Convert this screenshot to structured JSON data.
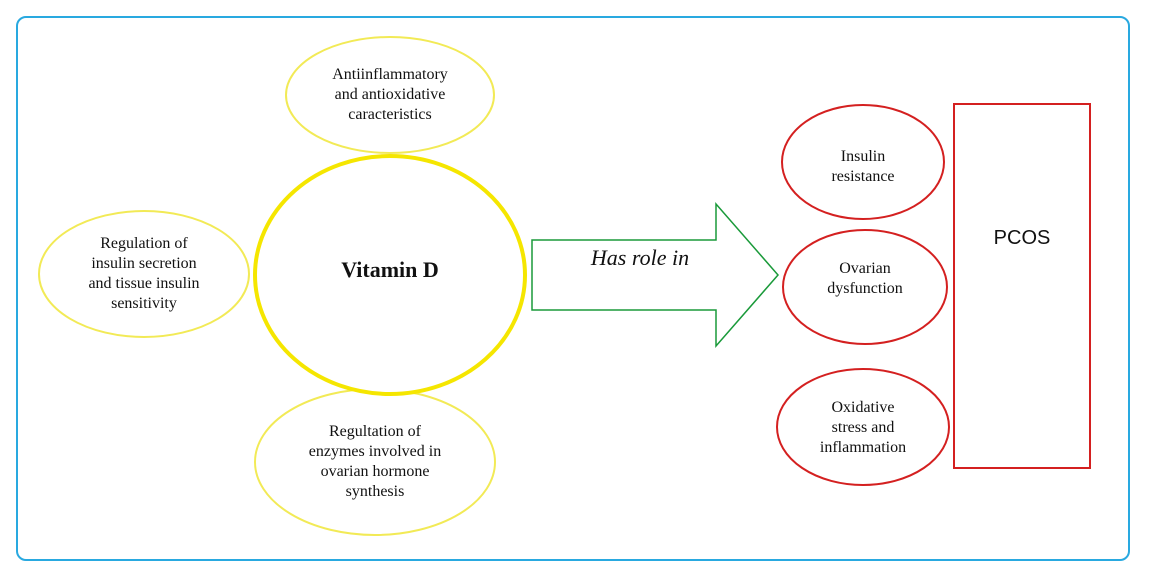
{
  "diagram": {
    "center_label": "Vitamin D",
    "roles": [
      {
        "label": "Antiinflammatory\nand antioxidative\ncaracteristics"
      },
      {
        "label": "Regulation of\ninsulin secretion\nand tissue insulin\nsensitivity"
      },
      {
        "label": "Regultation of\nenzymes involved in\novarian hormone\nsynthesis"
      }
    ],
    "arrow_label": "Has role in",
    "effects": [
      {
        "label": "Insulin\nresistance"
      },
      {
        "label": "Ovarian\ndysfunction"
      },
      {
        "label": "Oxidative\nstress and\ninflammation"
      }
    ],
    "target_label": "PCOS"
  },
  "colors": {
    "frame": "#29a9e0",
    "center_outline": "#f5e600",
    "role_outline": "#f2ea56",
    "arrow_outline": "#1a9a3a",
    "effect_outline": "#d42020"
  }
}
